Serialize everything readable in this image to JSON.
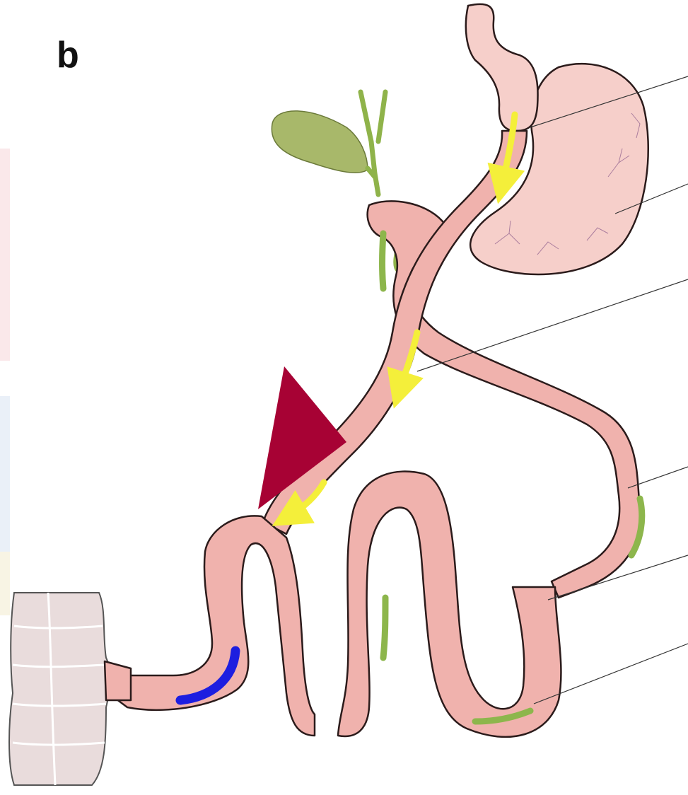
{
  "panel": {
    "letter": "b"
  },
  "colors": {
    "intestine_fill": "#f0b2ad",
    "intestine_stroke": "#2b1b1b",
    "intestine_inner": "#f6c8c3",
    "stomach_fill": "#f6cfca",
    "gallbladder_fill": "#a8b86a",
    "bile_duct": "#8fb34a",
    "flow_arrow_yellow": "#f4ef3a",
    "flow_arrow_green": "#8db64c",
    "flow_arrow_blue": "#1d1ee0",
    "arrowhead_marker": "#a70234",
    "colon_fill": "#e9dcdc",
    "leader_line": "#333333",
    "left_edge_tint_red": "#f6d9dc",
    "left_edge_tint_blue": "#dce6f4",
    "left_edge_tint_yellow": "#f5f0d8"
  },
  "structures": [
    "esophagus",
    "gastric-pouch",
    "remnant-stomach",
    "gallbladder",
    "bile-duct",
    "biliopancreatic-limb",
    "alimentary-limb",
    "common-channel",
    "jejunojejunostomy",
    "colon"
  ],
  "flow_arrows": {
    "food": "yellow-arrow",
    "bile": "green-arrow",
    "mixed": "blue-arrow"
  },
  "marker": "triangle-arrowhead"
}
